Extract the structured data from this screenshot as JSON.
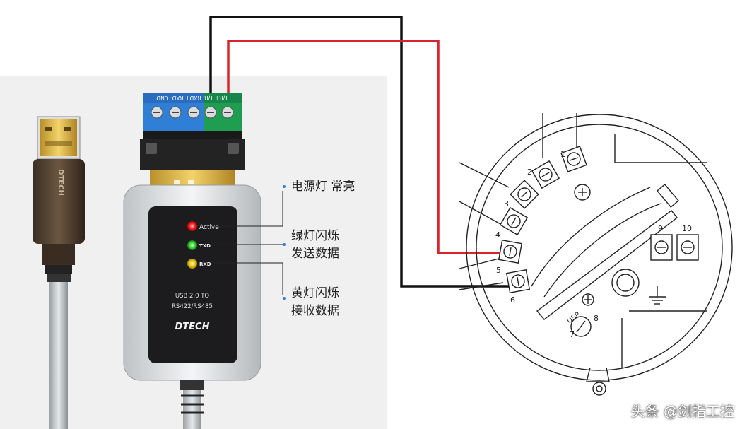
{
  "converter": {
    "terminal_label": "T/R+ T/R- RXD+ RXD- GND",
    "led_active": "Active",
    "led_txd": "TXD",
    "led_rxd": "RXD",
    "model_line1": "USB 2.0 TO",
    "model_line2": "RS422/RS485",
    "brand": "DTECH"
  },
  "callouts": {
    "power_led": "电源灯 常亮",
    "txd_line1": "绿灯闪烁",
    "txd_line2": "发送数据",
    "rxd_line1": "黄灯闪烁",
    "rxd_line2": "接收数据"
  },
  "transmitter": {
    "terminals": [
      "1",
      "2",
      "3",
      "4",
      "5",
      "6"
    ],
    "terminals_right": [
      "9",
      "10"
    ],
    "terminal_bottom": [
      "7",
      "8"
    ],
    "usp_label": "USP"
  },
  "watermark": "头条 @剑指工控",
  "colors": {
    "wire_red": "#d9232d",
    "wire_black": "#111111",
    "led_red": "#ff2a2a",
    "led_green": "#3be23b",
    "led_yellow": "#f5d21c",
    "terminal_blue": "#2f7fd6",
    "terminal_green": "#1f9e52"
  }
}
